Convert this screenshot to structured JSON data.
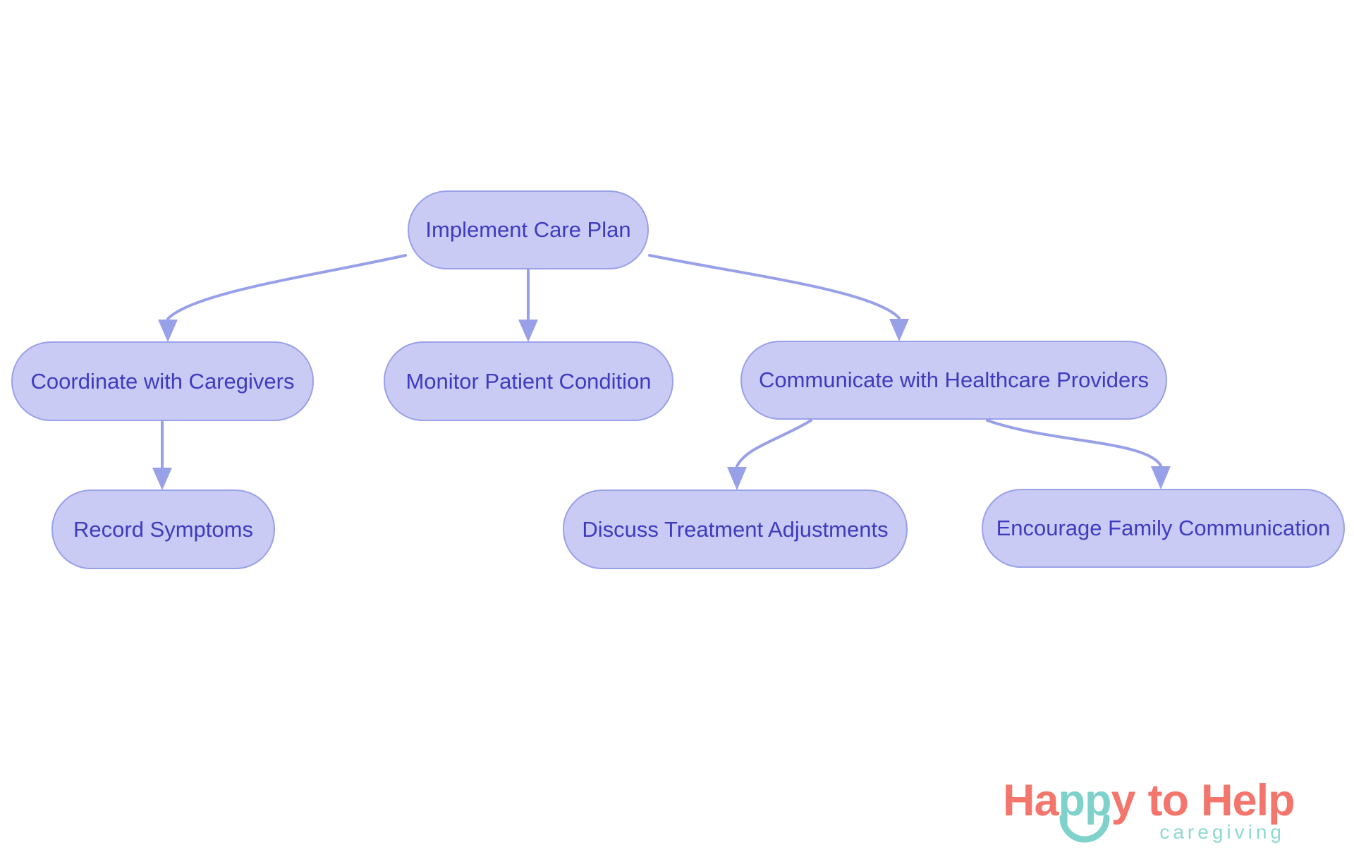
{
  "diagram": {
    "nodes": [
      {
        "id": "implement-care-plan",
        "label": "Implement Care Plan"
      },
      {
        "id": "coordinate-with-caregivers",
        "label": "Coordinate with Caregivers"
      },
      {
        "id": "monitor-patient-condition",
        "label": "Monitor Patient Condition"
      },
      {
        "id": "communicate-with-healthcare-providers",
        "label": "Communicate with Healthcare Providers"
      },
      {
        "id": "record-symptoms",
        "label": "Record Symptoms"
      },
      {
        "id": "discuss-treatment-adjustments",
        "label": "Discuss Treatment Adjustments"
      },
      {
        "id": "encourage-family-communication",
        "label": "Encourage Family Communication"
      }
    ],
    "edges": [
      {
        "from": "Implement Care Plan",
        "to": "Coordinate with Caregivers"
      },
      {
        "from": "Implement Care Plan",
        "to": "Monitor Patient Condition"
      },
      {
        "from": "Implement Care Plan",
        "to": "Communicate with Healthcare Providers"
      },
      {
        "from": "Coordinate with Caregivers",
        "to": "Record Symptoms"
      },
      {
        "from": "Communicate with Healthcare Providers",
        "to": "Discuss Treatment Adjustments"
      },
      {
        "from": "Communicate with Healthcare Providers",
        "to": "Encourage Family Communication"
      }
    ],
    "colors": {
      "background": "#ffffff",
      "node_fill": "#c9cbf4",
      "node_border": "#99a1e8",
      "node_text": "#3e3bbf",
      "edge": "#98a0e8"
    }
  },
  "logo": {
    "word1_part1": "Ha",
    "word1_part2": "pp",
    "word1_part3": "y",
    "word2": "to",
    "word3": "Help",
    "tagline": "caregiving",
    "colors": {
      "coral": "#f3756c",
      "teal": "#7ed2cb",
      "tagline_teal": "#8ed8d2"
    }
  }
}
